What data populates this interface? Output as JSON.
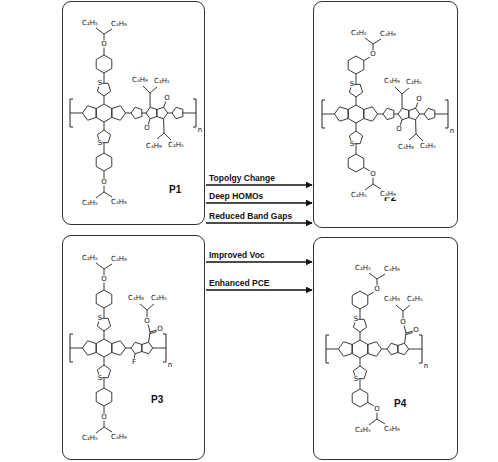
{
  "diagram": {
    "nodes": [
      {
        "text": [
          "P1"
        ]
      },
      {
        "text": [
          "P2"
        ]
      },
      {
        "text": [
          "P3"
        ]
      },
      {
        "text": [
          "P4"
        ]
      }
    ],
    "edges": [
      {
        "from": 0,
        "to": 1,
        "arrow": "to",
        "label": "Topolgy Change"
      },
      {
        "from": 0,
        "to": 1,
        "arrow": "to",
        "label": "Deep HOMOs"
      },
      {
        "from": 0,
        "to": 1,
        "arrow": "to",
        "label": "Reduced Band Gaps"
      },
      {
        "from": 2,
        "to": 3,
        "arrow": "to",
        "label": "Improved Voc"
      },
      {
        "from": 2,
        "to": 3,
        "arrow": "to",
        "label": "Enhanced PCE"
      }
    ],
    "labels": [
      "S",
      "O",
      "C₂H₅",
      "C₄H₉",
      "S",
      "O",
      "C₂H₅",
      "C₄H₉",
      "O",
      "C₄H₉",
      "C₂H₅",
      "O",
      "C₄H₉",
      "C₂H₅",
      "n",
      "S",
      "O",
      "C₂H₅",
      "C₄H₉",
      "S",
      "O",
      "C₂H₅",
      "C₄H₉",
      "O",
      "C₄H₉",
      "C₂H₅",
      "O",
      "C₄H₉",
      "C₂H₅",
      "n",
      "S",
      "O",
      "C₂H₅",
      "C₄H₉",
      "S",
      "O",
      "C₂H₅",
      "C₄H₉",
      "F",
      "O",
      "O",
      "C₄H₉",
      "C₂H₅",
      "n",
      "S",
      "O",
      "C₂H₅",
      "C₄H₉",
      "S",
      "O",
      "C₂H₅",
      "C₄H₉",
      "O",
      "O",
      "C₄H₉",
      "C₂H₅",
      "n"
    ]
  }
}
